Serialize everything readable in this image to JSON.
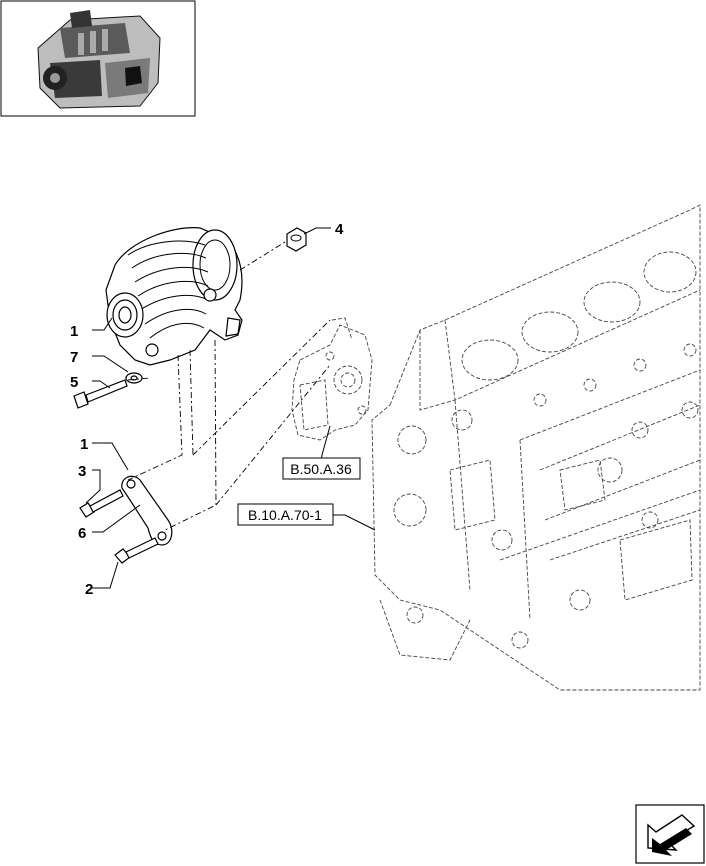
{
  "callouts": {
    "c1a": "1",
    "c7": "7",
    "c5": "5",
    "c4": "4",
    "c1b": "1",
    "c3": "3",
    "c6": "6",
    "c2": "2"
  },
  "references": {
    "ref_b50": "B.50.A.36",
    "ref_b10": "B.10.A.70-1"
  },
  "icons": {
    "thumbnail": "engine-thumbnail-icon",
    "nav": "next-page-arrow-icon"
  }
}
